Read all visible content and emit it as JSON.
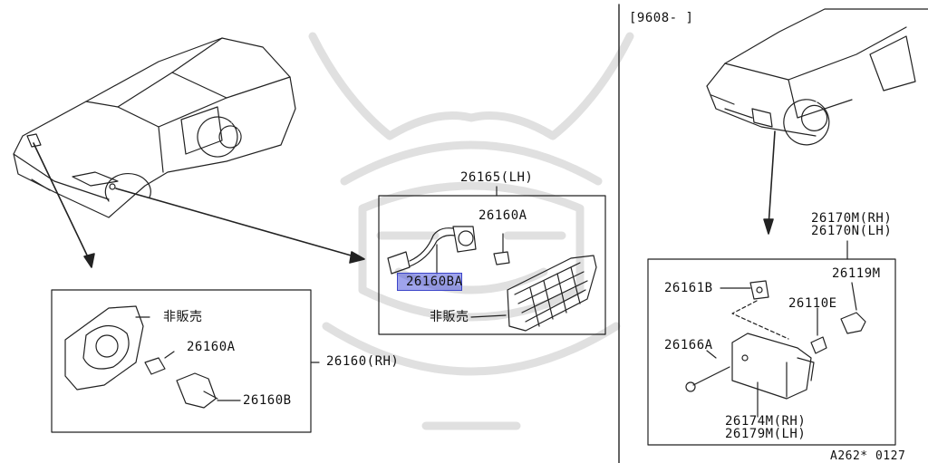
{
  "diagram": {
    "revision_bracket": "[9608-    ]",
    "left_panel": {
      "assembly_label": "26160(RH)",
      "not_sold_label": "非販売",
      "part_bulb": "26160A",
      "part_socket": "26160B"
    },
    "middle_panel": {
      "assembly_label": "26165(LH)",
      "part_bulb": "26160A",
      "part_socket_highlighted": "26160BA",
      "not_sold_label": "非販売"
    },
    "right_panel": {
      "assembly_rh": "26170M(RH)",
      "assembly_lh": "26170N(LH)",
      "part_clip": "26161B",
      "part_bulb": "26110E",
      "part_socket": "26119M",
      "part_screw": "26166A",
      "lamp_rh": "26174M(RH)",
      "lamp_lh": "26179M(LH)"
    },
    "figure_code": "A262* 0127",
    "highlight_color": "#5a64dc",
    "watermark": "samurai-kabuto-logo"
  }
}
